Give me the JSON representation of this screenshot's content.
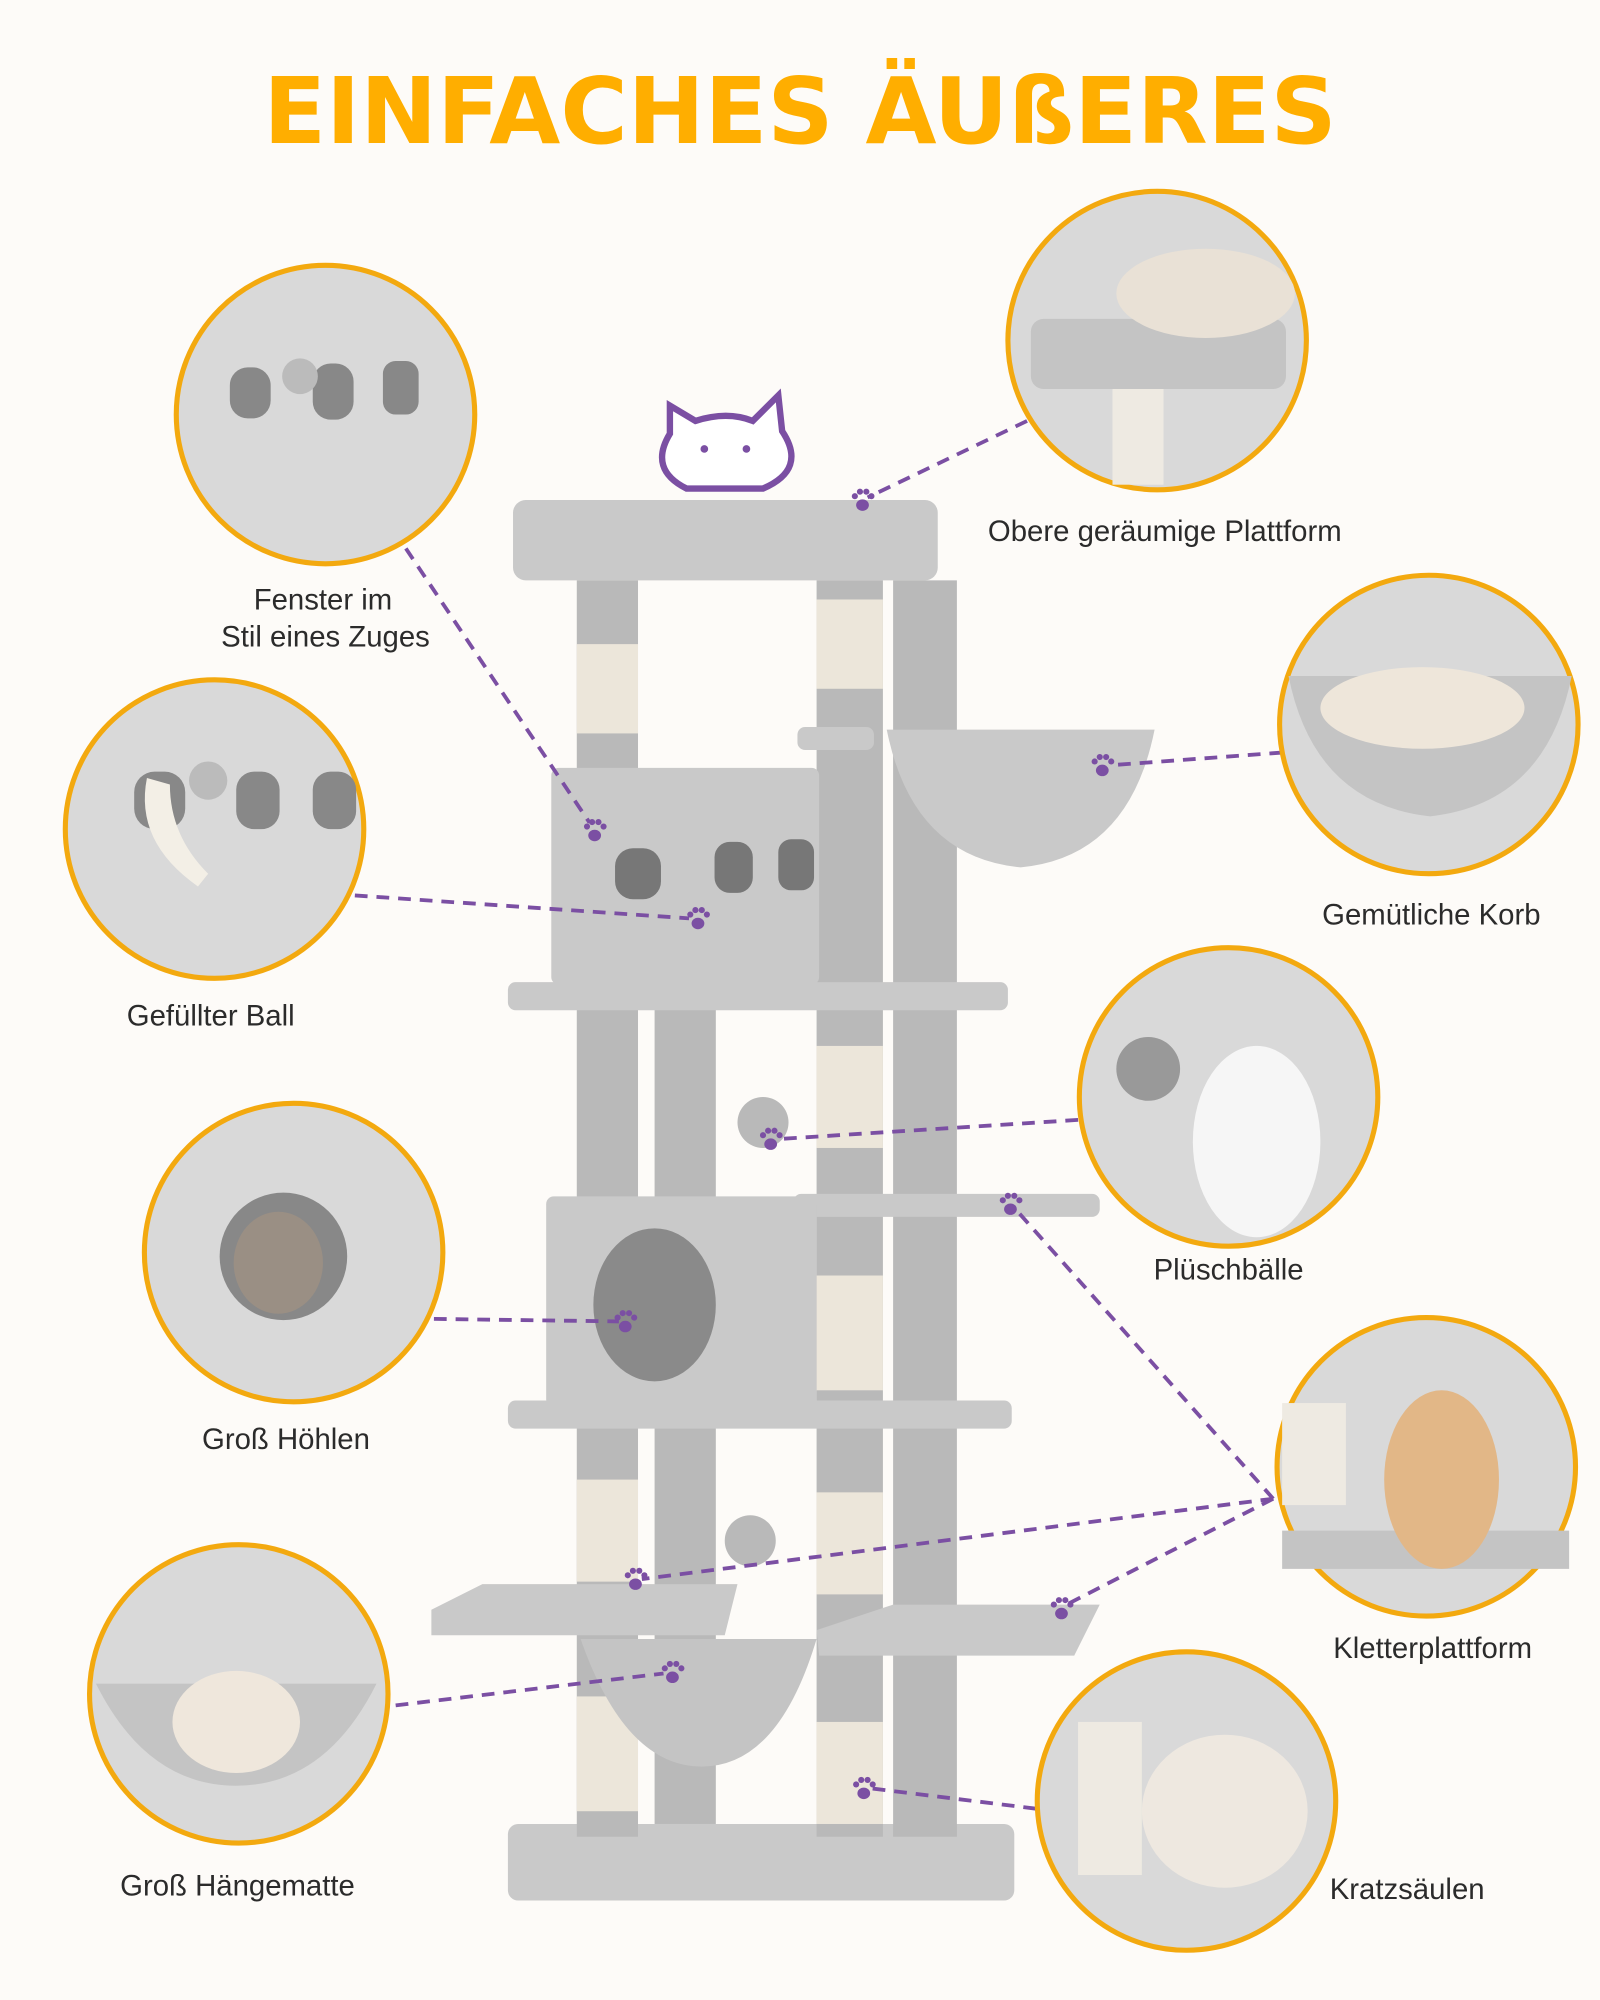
{
  "title": "EINFACHES ÄUßERES",
  "colors": {
    "accent": "#ffae00",
    "ring": "#f3a90f",
    "marker": "#7b4fa3",
    "plush": "#b9b9b9"
  },
  "callouts": [
    {
      "line1": "Fenster im",
      "line2": "Stil eines Zuges"
    },
    {
      "line1": "Gefüllter Ball"
    },
    {
      "line1": "Groß Höhlen"
    },
    {
      "line1": "Groß Hängematte"
    },
    {
      "line1": "Obere geräumige Plattform"
    },
    {
      "line1": "Gemütliche Korb"
    },
    {
      "line1": "Plüschbälle"
    },
    {
      "line1": "Kletterplattform"
    },
    {
      "line1": "Kratzsäulen"
    }
  ]
}
